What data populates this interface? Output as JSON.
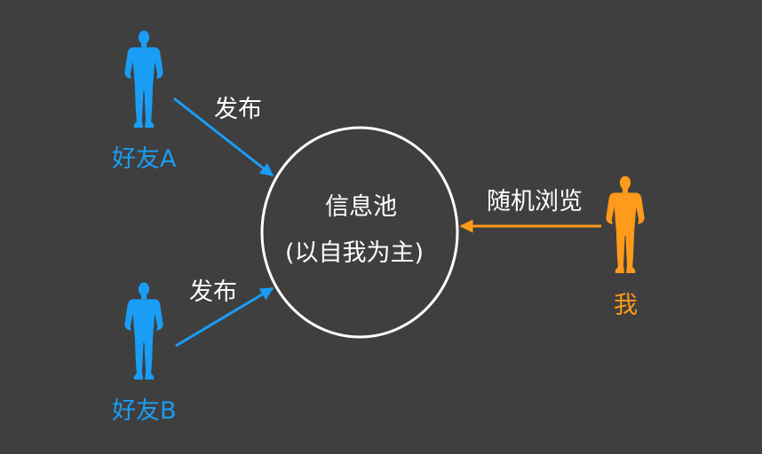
{
  "diagram": {
    "pool": {
      "title": "信息池",
      "subtitle": "(以自我为主)"
    },
    "friend_a": {
      "label": "好友A",
      "action": "发布"
    },
    "friend_b": {
      "label": "好友B",
      "action": "发布"
    },
    "me": {
      "label": "我",
      "action": "随机浏览"
    }
  },
  "colors": {
    "background": "#3f3f3f",
    "friend": "#1a9df5",
    "me": "#ff9a1a",
    "pool_outline": "#ffffff",
    "text": "#ffffff"
  },
  "icons": {
    "friend": "standing-person-icon",
    "me": "standing-person-icon"
  }
}
